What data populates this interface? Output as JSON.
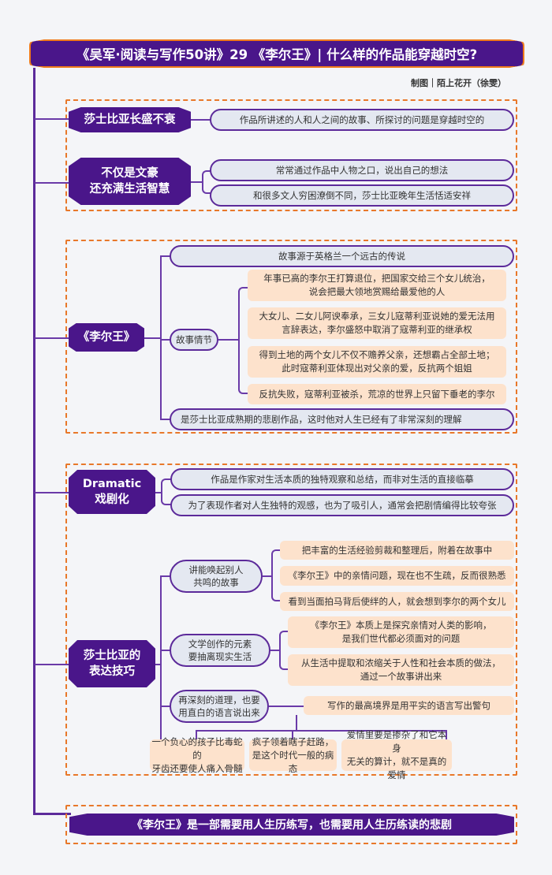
{
  "title": "《吴军·阅读与写作50讲》29 《李尔王》| 什么样的作品能穿越时空?",
  "credit": "制图｜陌上花开（徐雯）",
  "sections": {
    "enduring": {
      "topic1": "莎士比亚长盛不衰",
      "topic1_desc": "作品所讲述的人和人之间的故事、所探讨的问题是穿越时空的",
      "topic2": "不仅是文豪\n还充满生活智慧",
      "topic2_items": [
        "常常通过作品中人物之口，说出自己的想法",
        "和很多文人穷困潦倒不同，莎士比亚晚年生活恬适安祥"
      ]
    },
    "lear": {
      "topic": "《李尔王》",
      "origin": "故事源于英格兰一个远古的传说",
      "plot_label": "故事情节",
      "plot_items": [
        "年事已高的李尔王打算退位，把国家交给三个女儿统治，\n说会把最大领地赏赐给最爱他的人",
        "大女儿、二女儿阿谀奉承，三女儿寇蒂利亚说她的爱无法用\n言辞表达，李尔盛怒中取消了寇蒂利亚的继承权",
        "得到土地的两个女儿不仅不赡养父亲，还想霸占全部土地；\n此时寇蒂利亚体现出对父亲的爱，反抗两个姐姐",
        "反抗失败，寇蒂利亚被杀，荒凉的世界上只留下垂老的李尔"
      ],
      "maturity": "是莎士比亚成熟期的悲剧作品，这时他对人生已经有了非常深刻的理解"
    },
    "dramatic": {
      "topic": "Dramatic\n戏剧化",
      "items": [
        "作品是作家对生活本质的独特观察和总结，而非对生活的直接临摹",
        "为了表现作者对人生独特的观感，也为了吸引人，通常会把剧情编得比较夸张"
      ]
    },
    "techniques": {
      "topic": "莎士比亚的\n表达技巧",
      "sub1": {
        "label": "讲能唤起别人\n共鸣的故事",
        "items": [
          "把丰富的生活经验剪裁和整理后，附着在故事中",
          "《李尔王》中的亲情问题，现在也不生疏，反而很熟悉",
          "看到当面拍马背后使绊的人，就会想到李尔的两个女儿"
        ]
      },
      "sub2": {
        "label": "文学创作的元素\n要抽离现实生活",
        "items": [
          "《李尔王》本质上是探究亲情对人类的影响，\n是我们世代都必须面对的问题",
          "从生活中提取和浓缩关于人性和社会本质的做法，\n通过一个故事讲出来"
        ]
      },
      "sub3": {
        "label": "再深刻的道理，也要\n用直白的语言说出来",
        "summary": "写作的最高境界是用平实的语言写出警句",
        "quotes": [
          "一个负心的孩子比毒蛇的\n牙齿还要使人痛入骨髓",
          "疯子领着瞎子赶路，\n是这个时代一般的病态",
          "爱情里要是掺杂了和它本身\n无关的算计，就不是真的爱情"
        ]
      }
    }
  },
  "conclusion": "《李尔王》是一部需要用人生历练写，也需要用人生历练读的悲剧",
  "colors": {
    "primary": "#4a168a",
    "accent": "#e8782a",
    "pill_bg": "#e4e8f1",
    "leaf_bg": "#fde2cc"
  }
}
